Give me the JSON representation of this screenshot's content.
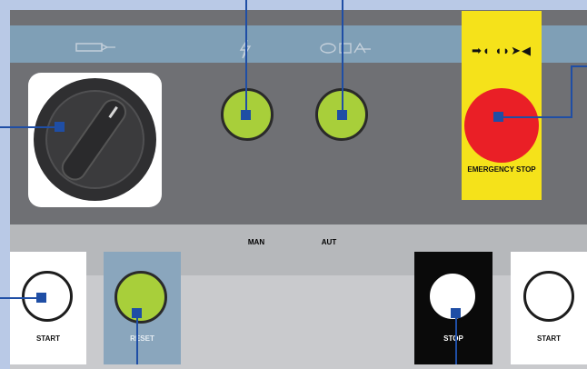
{
  "panel": {
    "icons": {
      "selector_icon": "motor-icon",
      "man_icon": "lightning-icon",
      "aut_icon": "pump-icon"
    },
    "mode_labels": {
      "man": "MAN",
      "aut": "AUT"
    },
    "buttons": {
      "start_left": "START",
      "reset": "RESET",
      "stop": "STOP",
      "start_right": "START"
    },
    "emergency": {
      "symbols": "➡◖ ◖◗➤◀",
      "label": "EMERGENCY STOP"
    },
    "colors": {
      "green_button": "#a8cf3a",
      "emergency_yellow": "#f5e21a",
      "emergency_red": "#ea1f26",
      "panel_gray": "#6f7074",
      "strip_blue": "#7f9fb6"
    }
  }
}
